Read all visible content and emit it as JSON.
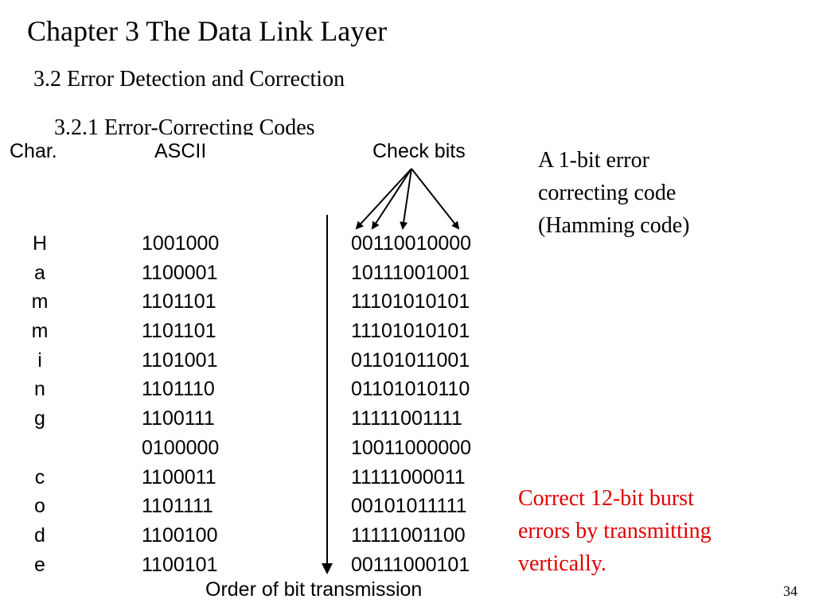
{
  "slide": {
    "title": "Chapter 3 The Data Link Layer",
    "section": "3.2 Error Detection and Correction",
    "subsection": "3.2.1 Error-Correcting Codes",
    "page_number": "34"
  },
  "figure": {
    "headers": {
      "char": "Char.",
      "ascii": "ASCII",
      "check": "Check bits"
    },
    "rows": [
      {
        "char": "H",
        "ascii": "1001000",
        "code": "00110010000"
      },
      {
        "char": "a",
        "ascii": "1100001",
        "code": "10111001001"
      },
      {
        "char": "m",
        "ascii": "1101101",
        "code": "11101010101"
      },
      {
        "char": "m",
        "ascii": "1101101",
        "code": "11101010101"
      },
      {
        "char": "i",
        "ascii": "1101001",
        "code": "01101011001"
      },
      {
        "char": "n",
        "ascii": "1101110",
        "code": "01101010110"
      },
      {
        "char": "g",
        "ascii": "1100111",
        "code": "11111001111"
      },
      {
        "char": "",
        "ascii": "0100000",
        "code": "10011000000"
      },
      {
        "char": "c",
        "ascii": "1100011",
        "code": "11111000011"
      },
      {
        "char": "o",
        "ascii": "1101111",
        "code": "00101011111"
      },
      {
        "char": "d",
        "ascii": "1100100",
        "code": "11111001100"
      },
      {
        "char": "e",
        "ascii": "1100101",
        "code": "00111000101"
      }
    ],
    "order_label": "Order of bit transmission"
  },
  "notes": {
    "description_lines": [
      "A 1-bit error",
      "correcting code",
      "(Hamming code)"
    ],
    "burst_lines": [
      "Correct 12-bit burst",
      "errors by transmitting",
      "vertically."
    ],
    "burst_color": "#e00000"
  }
}
